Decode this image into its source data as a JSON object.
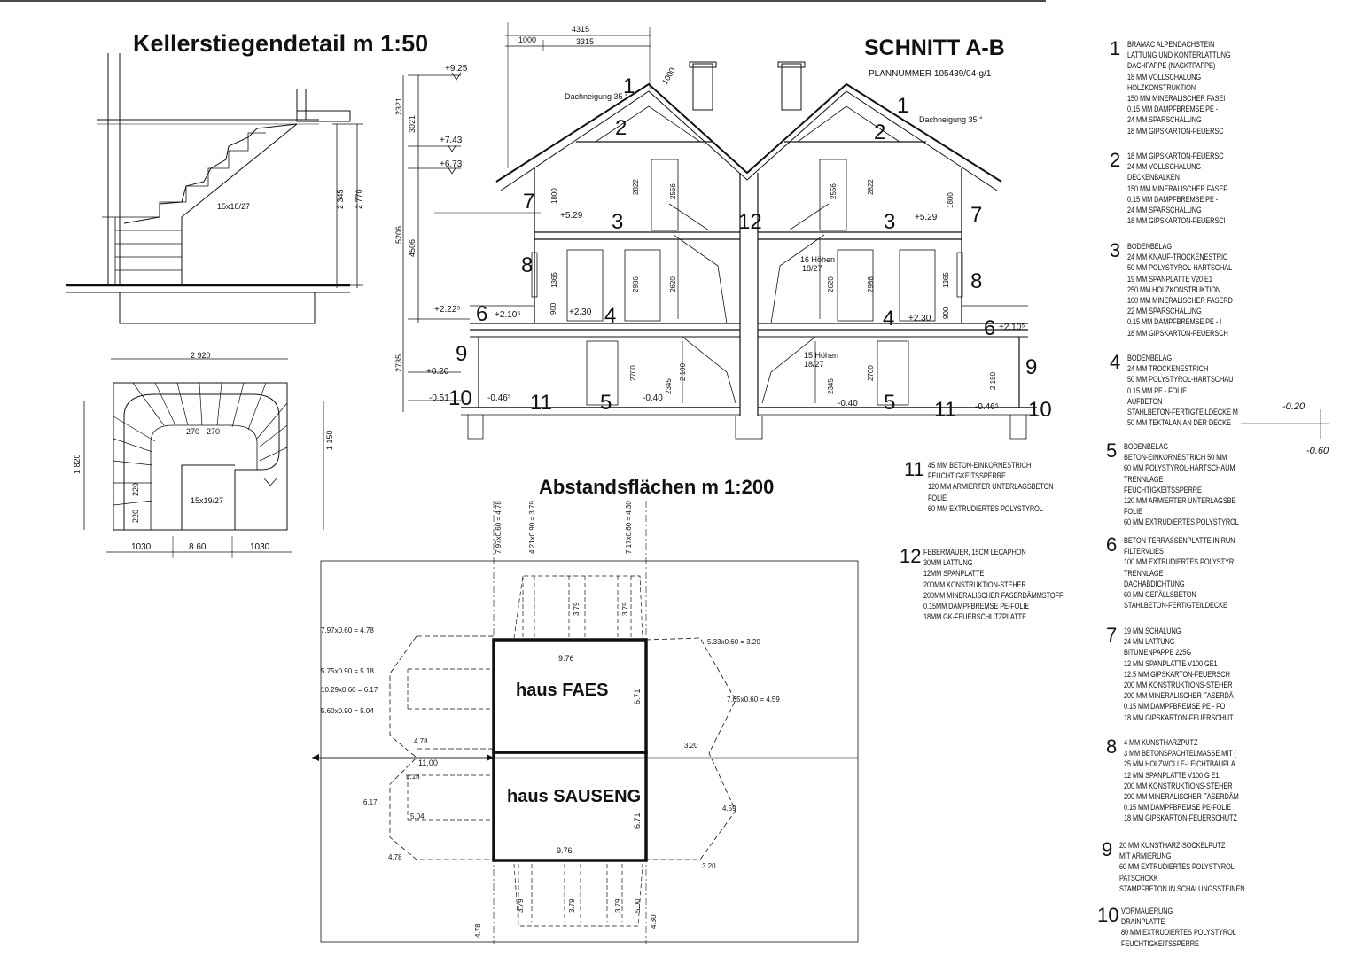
{
  "titles": {
    "stair_detail": "Kellerstiegendetail m 1:50",
    "section": "SCHNITT A-B",
    "plan_number": "PLANNUMMER 105439/04-g/1",
    "distances": "Abstandsflächen m 1:200"
  },
  "stair_detail": {
    "section_label": "15x18/27",
    "dim_height_1": "2 345",
    "dim_height_2": "2 770",
    "plan_width": "2 920",
    "plan_label": "15x19/27",
    "dim_270a": "270",
    "dim_270b": "270",
    "dim_left": "1 820",
    "dim_right": "1 150",
    "dim_220a": "220",
    "dim_220b": "220",
    "dim_bottom": [
      "1030",
      "8 60",
      "1030"
    ]
  },
  "section": {
    "dim_top_total": "4315",
    "dim_top_a": "1000",
    "dim_top_b": "3315",
    "roof_pitch_left": "Dachneigung 35 °",
    "roof_pitch_right": "Dachneigung 35 °",
    "dim_1000": "1000",
    "levels": [
      "+9.25",
      "+7.43",
      "+6.73",
      "+5.29",
      "+2.22⁵",
      "+2.10⁵",
      "+2.30",
      "+0.20",
      "-0.51",
      "-0.46⁵",
      "-0.40",
      "+2.30",
      "+5.29",
      "+2.10⁵",
      "-0.40",
      "-0.46⁵"
    ],
    "vertical_dims": [
      "2321",
      "3021",
      "5206",
      "4506",
      "2735",
      "1800",
      "2822",
      "2556",
      "1365",
      "900",
      "2986",
      "2620",
      "2700",
      "2345",
      "2 100",
      "2 150",
      "1800",
      "2822",
      "2556",
      "1365",
      "900",
      "2986",
      "2620",
      "2700",
      "2345"
    ],
    "stair_notes": [
      "16 Höhen",
      "18/27",
      "15 Höhen",
      "18/27"
    ],
    "layer_markers": [
      "1",
      "2",
      "7",
      "3",
      "8",
      "6",
      "4",
      "9",
      "10",
      "11",
      "5",
      "12",
      "1",
      "2",
      "7",
      "3",
      "8",
      "6",
      "4",
      "9",
      "10",
      "11",
      "5"
    ],
    "side_levels": [
      "-0.20",
      "-0.60"
    ]
  },
  "distances": {
    "top_labels": [
      "7.97x0.60 = 4.78",
      "4.21x0.90 = 3.79",
      "7.17x0.60 = 4.30"
    ],
    "left_labels": [
      "7.97x0.60 = 4.78",
      "5.75x0.90 = 5.18",
      "10.29x0.60 = 6.17",
      "5.60x0.90 = 5.04"
    ],
    "right_labels": [
      "5.33x0.60 = 3.20",
      "7.65x0.60 = 4.59"
    ],
    "house_a": "haus FAES",
    "house_b": "haus SAUSENG",
    "width_top": "9.76",
    "width_bottom": "9.76",
    "depth_a": "6.71",
    "depth_b": "6.71",
    "gap": "11.00",
    "misc": [
      "4.78",
      "3.20",
      "5.18",
      "6.17",
      "5.04",
      "4.59",
      "4.78",
      "3.20",
      "3.79",
      "3.79",
      "3.79",
      "3.79",
      "3.79",
      "5.00",
      "4.30",
      "4.78"
    ]
  },
  "legend": [
    {
      "n": "1",
      "lines": [
        "BRAMAC ALPENDACHSTEIN",
        "LATTUNG UND KONTERLATTUNG",
        "DACHPAPPE (NACKTPAPPE)",
        "18 MM  VOLLSCHALUNG",
        "HOLZKONSTRUKTION",
        "150 MM  MINERALISCHER FASEI",
        "0.15 MM  DAMPFBREMSE  PE -",
        "24 MM  SPARSCHALUNG",
        "18 MM  GIPSKARTON-FEUERSC"
      ]
    },
    {
      "n": "2",
      "lines": [
        "18 MM  GIPSKARTON-FEUERSC",
        "24 MM  VOLLSCHALUNG",
        "DECKENBALKEN",
        "150 MM  MINERALISCHER FASEF",
        "0.15 MM DAMPFBREMSE  PE -",
        "24 MM  SPARSCHALUNG",
        "18 MM  GIPSKARTON-FEUERSCI"
      ]
    },
    {
      "n": "3",
      "lines": [
        "BODENBELAG",
        "24 MM  KNAUF-TROCKENESTRIC",
        "50 MM POLYSTYROL-HARTSCHAL",
        "19 MM  SPANPLATTE V20 E1",
        "250 MM HOLZKONSTRUKTION",
        "100 MM MINERALISCHER FASERD",
        "22 MM SPARSCHALUNG",
        "0.15 MM DAMPFBREMSE  PE - I",
        "18 MM  GIPSKARTON-FEUERSCH"
      ]
    },
    {
      "n": "4",
      "lines": [
        "BODENBELAG",
        "24 MM  TROCKENESTRICH",
        "50 MM  POLYSTYROL-HARTSCHAU",
        "0.15 MM  PE - FOLIE",
        "AUFBETON",
        "STAHLBETON-FERTIGTEILDECKE M",
        "50 MM TEKTALAN AN DER DECKE"
      ]
    },
    {
      "n": "5",
      "lines": [
        "BODENBELAG",
        "BETON-EINKORNESTRICH 50 MM",
        "60 MM POLYSTYROL-HARTSCHAUM",
        "TRENNLAGE",
        "FEUCHTIGKEITSSPERRE",
        "120 MM ARMIERTER UNTERLAGSBE",
        "FOLIE",
        "60 MM EXTRUDIERTES POLYSTYROL"
      ]
    },
    {
      "n": "6",
      "lines": [
        "BETON-TERRASSENPLATTE IN RUN",
        "FILTERVLIES",
        "100 MM  EXTRUDIERTES POLYSTYR",
        "TRENNLAGE",
        "DACHABDICHTUNG",
        "60 MM  GEFÄLLSBETON",
        "STAHLBETON-FERTIGTEILDECKE"
      ]
    },
    {
      "n": "7",
      "lines": [
        "19 MM  SCHALUNG",
        "24 MM  LATTUNG",
        "BITUMENPAPPE  225G",
        "12 MM  SPANPLATTE V100 GE1",
        "12.5 MM  GIPSKARTON-FEUERSCH",
        "200 MM  KONSTRUKTIONS-STEHER",
        "200 MM  MINERALISCHER FASERDÄ",
        "0.15 MM  DAMPFBREMSE  PE - FO",
        "18 MM  GIPSKARTON-FEUERSCHUT"
      ]
    },
    {
      "n": "8",
      "lines": [
        "4 MM  KUNSTHARZPUTZ",
        "3 MM  BETONSPACHTELMASSE MIT (",
        "25 MM  HOLZWOLLE-LEICHTBAUPLA",
        "12 MM  SPANPLATTE V100 G E1",
        "200 MM  KONSTRUKTIONS-STEHER",
        "200 MM  MINERALISCHER FASERDÄM",
        "0.15 MM  DAMPFBREMSE  PE-FOLIE",
        "18 MM  GIPSKARTON-FEUERSCHUTZ"
      ]
    },
    {
      "n": "9",
      "lines": [
        "20 MM  KUNSTHARZ-SOCKELPUTZ",
        "MIT ARMIERUNG",
        "60 MM  EXTRUDIERTES POLYSTYROL",
        "PATSCHOKK",
        "STAMPFBETON IN SCHALUNGSSTEINEN"
      ]
    },
    {
      "n": "10",
      "lines": [
        "VORMAUERUNG",
        "DRAINPLATTE",
        "80 MM  EXTRUDIERTES POLYSTYROL",
        "FEUCHTIGKEITSSPERRE"
      ]
    },
    {
      "n": "11",
      "lines": [
        "45 MM BETON-EINKORNESTRICH",
        "FEUCHTIGKEITSSPERRE",
        "120 MM ARMIERTER UNTERLAGSBETON",
        "FOLIE",
        "60 MM EXTRUDIERTES POLYSTYROL"
      ]
    },
    {
      "n": "12",
      "lines": [
        "FEBERMAUER, 15cm LECAPHON",
        "30MM LATTUNG",
        "12MM SPANPLATTE",
        "200MM KONSTRUKTION-STEHER",
        "200MM MINERALISCHER FASERDÄMMSTOFF",
        "0.15MM DAMPFBREMSE PE-FOLIE",
        "18MM GK-FEUERSCHUTZPLATTE"
      ]
    }
  ]
}
